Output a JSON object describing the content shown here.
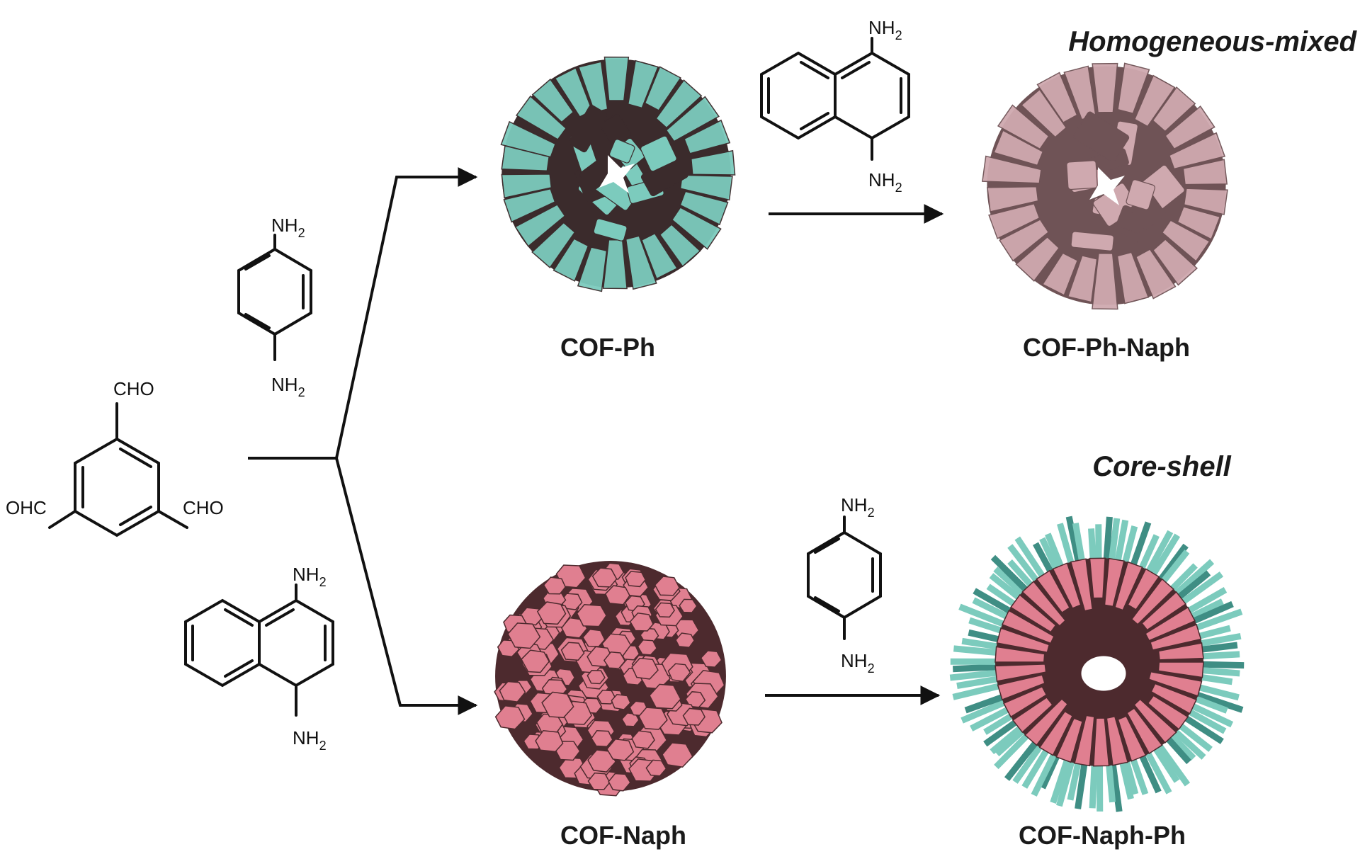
{
  "reagents": {
    "aldehyde": {
      "cho_top": "CHO",
      "cho_left": "OHC",
      "cho_right": "CHO"
    },
    "amine_label": "NH",
    "amine_subscript": "2"
  },
  "products": {
    "cof_ph": "COF-Ph",
    "cof_ph_naph": "COF-Ph-Naph",
    "cof_naph": "COF-Naph",
    "cof_naph_ph": "COF-Naph-Ph"
  },
  "titles": {
    "homogeneous": "Homogeneous-mixed",
    "core_shell": "Core-shell"
  },
  "colors": {
    "teal": "#7ccbbd",
    "teal_dark": "#3f8e84",
    "mauve": "#cfa9af",
    "mauve_dark": "#6f5356",
    "pink": "#e07f90",
    "pink_dark": "#4d2a2e",
    "shadow": "#3b2b2c"
  }
}
